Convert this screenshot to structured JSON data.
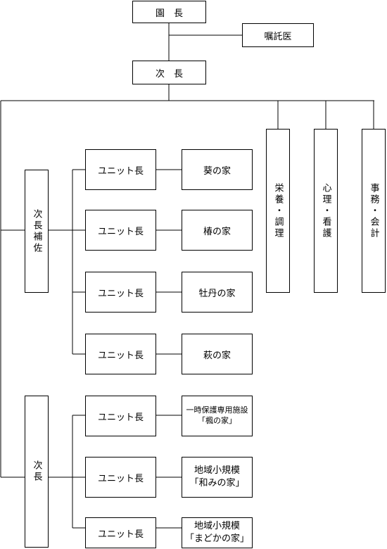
{
  "top": {
    "director": "園　長",
    "doctor": "嘱託医",
    "deputy": "次　長"
  },
  "staff": {
    "nutrition": "栄養・調理",
    "psych": "心理・看護",
    "office": "事務・会計"
  },
  "group1": {
    "lead": "次長補佐",
    "units": [
      {
        "unit": "ユニット長",
        "home": "葵の家"
      },
      {
        "unit": "ユニット長",
        "home": "椿の家"
      },
      {
        "unit": "ユニット長",
        "home": "牡丹の家"
      },
      {
        "unit": "ユニット長",
        "home": "萩の家"
      }
    ]
  },
  "group2": {
    "lead": "次長",
    "units": [
      {
        "unit": "ユニット長",
        "home": "一時保護専用施設\n「楓の家」"
      },
      {
        "unit": "ユニット長",
        "home": "地域小規模\n「和みの家」"
      },
      {
        "unit": "ユニット長",
        "home": "地域小規模\n「まどかの家」"
      }
    ]
  }
}
